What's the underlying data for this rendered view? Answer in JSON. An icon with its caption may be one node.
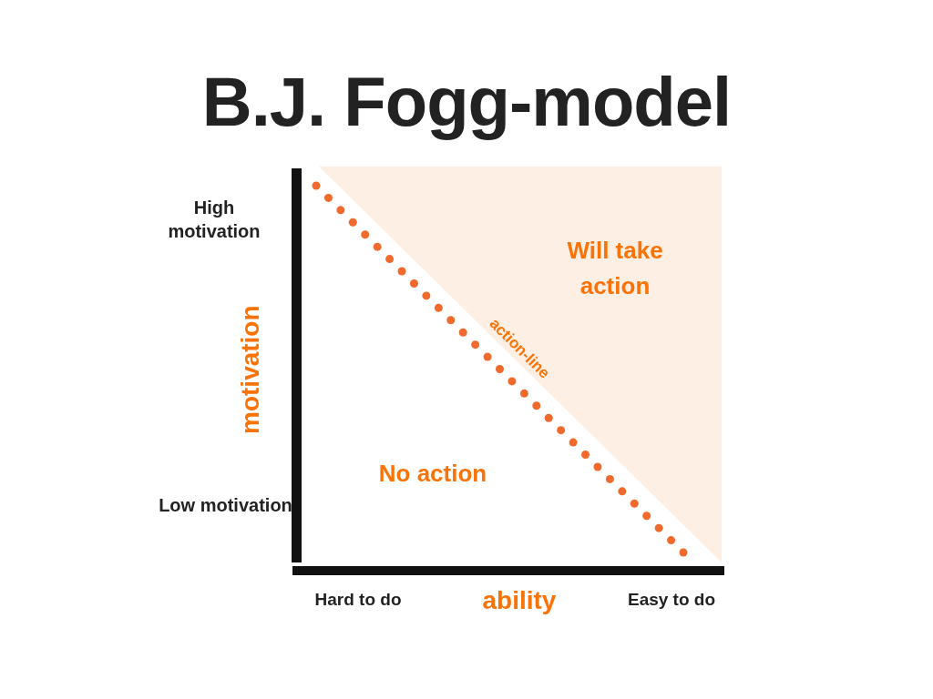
{
  "diagram": {
    "title": "B.J. Fogg-model",
    "nodes": [
      {
        "text": [
          "Will take action"
        ]
      }
    ],
    "labels": [
      "High motivation",
      "motivation",
      "Low motivation",
      "action-line",
      "No action",
      "Hard to do",
      "ability",
      "Easy to do"
    ]
  }
}
